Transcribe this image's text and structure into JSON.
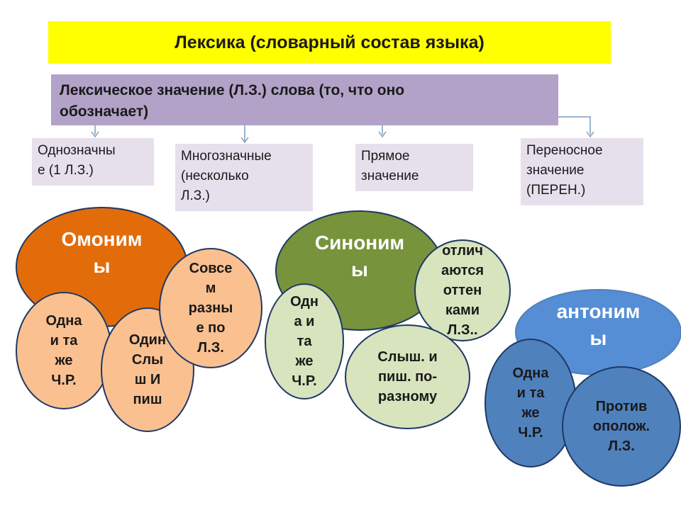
{
  "title": "Лексика (словарный состав языка)",
  "lexical_meaning": [
    "Лексическое значение (Л.З.) слова (то, что оно",
    "обозначает)"
  ],
  "categories": {
    "single": [
      "Однозначны",
      "е (1 Л.З.)"
    ],
    "multi": [
      "Многозначные",
      "(несколько",
      "Л.З.)"
    ],
    "direct": [
      "Прямое",
      "значение"
    ],
    "figurative": [
      "Переносное",
      "значение",
      "(ПЕРЕН.)"
    ]
  },
  "homonyms": {
    "label": [
      "Омоним",
      "ы"
    ],
    "items": [
      [
        "Одна",
        "и та",
        "же",
        "Ч.Р."
      ],
      [
        "Один",
        "Слы",
        "ш И",
        "пиш"
      ],
      [
        "Совсе",
        "м",
        "разны",
        "е по",
        "Л.З."
      ]
    ]
  },
  "synonyms": {
    "label": [
      "Синоним",
      "ы"
    ],
    "items": [
      [
        "Одн",
        "а и",
        "та",
        "же",
        "Ч.Р."
      ],
      [
        "отлич",
        "аются",
        "оттен",
        "ками",
        "Л.З.."
      ],
      [
        "Слыш. и",
        "пиш. по-",
        "разному"
      ]
    ]
  },
  "antonyms": {
    "label": [
      "антоним",
      "ы"
    ],
    "items": [
      [
        "Одна",
        "и та",
        "же",
        "Ч.Р."
      ],
      [
        "Против",
        "ополож.",
        "Л.З."
      ]
    ]
  },
  "colors": {
    "title_bg": "#ffff00",
    "meaning_bg": "#b2a2c7",
    "category_bg": "#e6e0ec",
    "homonyms": "#e36c0a",
    "homonym_items": "#fac090",
    "synonyms": "#77933c",
    "synonym_items": "#d7e4bd",
    "antonyms": "#558ed5",
    "antonym_items": "#4f81bd",
    "connector": "#7f9db9"
  }
}
